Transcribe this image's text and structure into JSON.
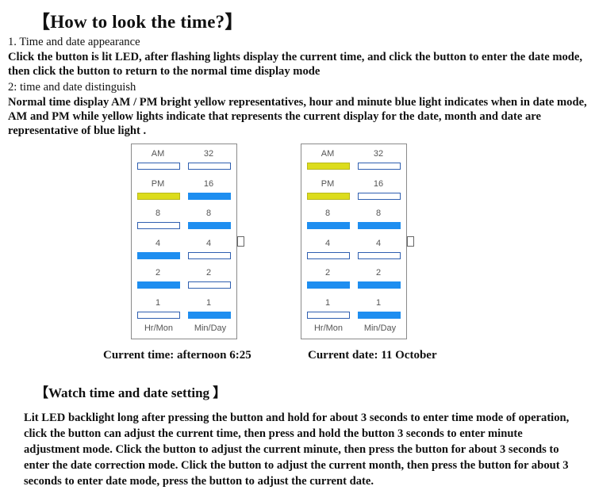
{
  "title": "【How to look the time?】",
  "section1": {
    "label": "1.  Time and date appearance",
    "text": "Click the button is lit LED, after flashing lights display the current time, and click the button to enter the date mode, then click the button to return to the normal time display mode"
  },
  "section2": {
    "label": "2:  time and date distinguish",
    "text": "Normal time display AM / PM bright yellow representatives, hour and minute blue light indicates when in date mode, AM and PM while yellow lights indicate that represents the current display for the date, month and date are representative of blue light ."
  },
  "colors": {
    "yellow": "#dcdc1c",
    "blue": "#1e8ef0",
    "off": "#ffffff"
  },
  "panels": [
    {
      "caption": "Current time: afternoon 6:25",
      "rows": [
        {
          "left_label": "AM",
          "left_state": "off",
          "right_label": "32",
          "right_state": "off"
        },
        {
          "left_label": "PM",
          "left_state": "yellow",
          "right_label": "16",
          "right_state": "blue"
        },
        {
          "left_label": "8",
          "left_state": "off",
          "right_label": "8",
          "right_state": "blue"
        },
        {
          "left_label": "4",
          "left_state": "blue",
          "right_label": "4",
          "right_state": "off"
        },
        {
          "left_label": "2",
          "left_state": "blue",
          "right_label": "2",
          "right_state": "off"
        },
        {
          "left_label": "1",
          "left_state": "off",
          "right_label": "1",
          "right_state": "blue"
        }
      ],
      "footer_left": "Hr/Mon",
      "footer_right": "Min/Day"
    },
    {
      "caption": "Current date: 11 October",
      "rows": [
        {
          "left_label": "AM",
          "left_state": "yellow",
          "right_label": "32",
          "right_state": "off"
        },
        {
          "left_label": "PM",
          "left_state": "yellow",
          "right_label": "16",
          "right_state": "off"
        },
        {
          "left_label": "8",
          "left_state": "blue",
          "right_label": "8",
          "right_state": "blue"
        },
        {
          "left_label": "4",
          "left_state": "off",
          "right_label": "4",
          "right_state": "off"
        },
        {
          "left_label": "2",
          "left_state": "blue",
          "right_label": "2",
          "right_state": "blue"
        },
        {
          "left_label": "1",
          "left_state": "off",
          "right_label": "1",
          "right_state": "blue"
        }
      ],
      "footer_left": "Hr/Mon",
      "footer_right": "Min/Day"
    }
  ],
  "section3": {
    "title": "【Watch time and date setting 】",
    "text": "Lit LED backlight long after pressing the button and hold for about 3 seconds to enter time mode of operation, click the button can adjust the current time, then press and hold the button 3 seconds to enter minute adjustment mode. Click the button to adjust the current minute, then press the button for about 3 seconds to enter the date correction mode. Click the button to adjust the current month, then press the button for about 3 seconds to enter date mode, press the button to adjust the current date."
  }
}
